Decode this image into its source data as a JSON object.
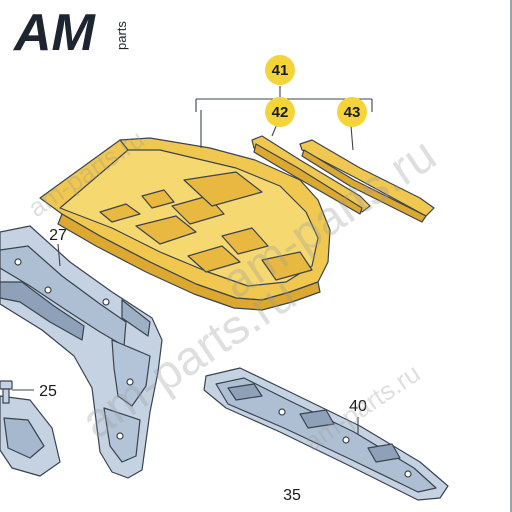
{
  "logo": {
    "brand": "AM",
    "suffix": "parts"
  },
  "watermark": {
    "text": "am-parts.ru"
  },
  "callouts": {
    "p41": "41",
    "p42": "42",
    "p43": "43",
    "p27": "27",
    "p25": "25",
    "p40": "40",
    "p35": "35"
  },
  "colors": {
    "highlight_circle": "#f5d43a",
    "highlighted_part": "#f0c850",
    "line_art": "#3a4450",
    "metal_part": "#c4d2e2"
  }
}
